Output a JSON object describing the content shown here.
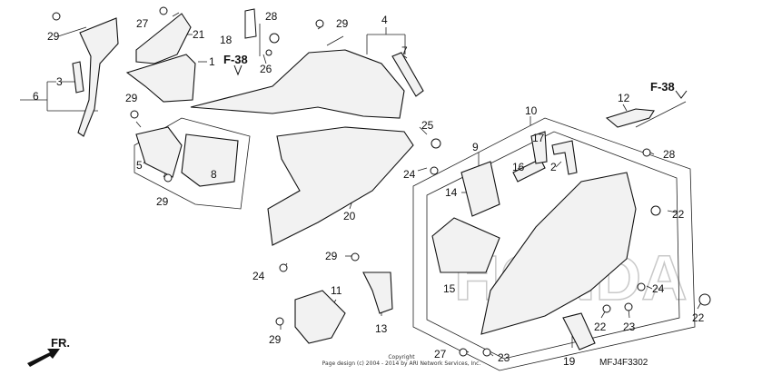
{
  "labels": {
    "l1": "1",
    "l2": "2",
    "l3": "3",
    "l4": "4",
    "l5": "5",
    "l6": "6",
    "l7": "7",
    "l8": "8",
    "l9": "9",
    "l10": "10",
    "l11": "11",
    "l12": "12",
    "l13": "13",
    "l14": "14",
    "l15": "15",
    "l16": "16",
    "l17": "17",
    "l18": "18",
    "l19": "19",
    "l20": "20",
    "l21": "21",
    "l22a": "22",
    "l22b": "22",
    "l22c": "22",
    "l23a": "23",
    "l23b": "23",
    "l24a": "24",
    "l24b": "24",
    "l24c": "24",
    "l25": "25",
    "l26": "26",
    "l27a": "27",
    "l27b": "27",
    "l28a": "28",
    "l28b": "28",
    "l29a": "29",
    "l29b": "29",
    "l29c": "29",
    "l29d": "29",
    "l29e": "29",
    "l29f": "29"
  },
  "refs": {
    "f38_left": "F-38",
    "f38_right": "F-38"
  },
  "direction": "FR.",
  "copyright_line1": "Copyright",
  "copyright_line2": "Page design (c) 2004 - 2014 by ARI Network Services, Inc.",
  "diagram_code": "MFJ4F3302",
  "watermark": "HONDA"
}
